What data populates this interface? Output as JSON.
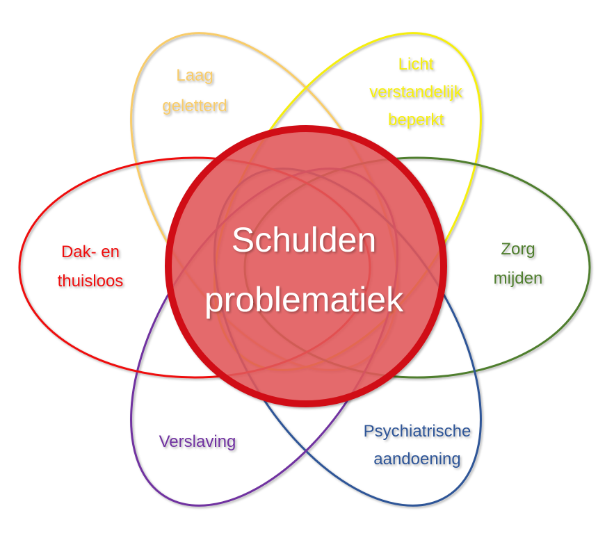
{
  "center": {
    "line1": "Schulden",
    "line2": "problematiek",
    "fill": "#e55a5c",
    "stroke": "#d01018"
  },
  "sets": [
    {
      "id": "laag",
      "lines": [
        "Laag",
        "geletterd"
      ],
      "color": "#f8cc6a"
    },
    {
      "id": "licht",
      "lines": [
        "Licht",
        "verstandelijk",
        "beperkt"
      ],
      "color": "#f5ee10"
    },
    {
      "id": "zorg",
      "lines": [
        "Zorg",
        "mijden"
      ],
      "color": "#4f7e2e"
    },
    {
      "id": "psych",
      "lines": [
        "Psychiatrische",
        "aandoening"
      ],
      "color": "#2f5597"
    },
    {
      "id": "verslaving",
      "lines": [
        "Verslaving"
      ],
      "color": "#7030a0"
    },
    {
      "id": "dak",
      "lines": [
        "Dak- en",
        "thuisloos"
      ],
      "color": "#ee1111"
    }
  ]
}
